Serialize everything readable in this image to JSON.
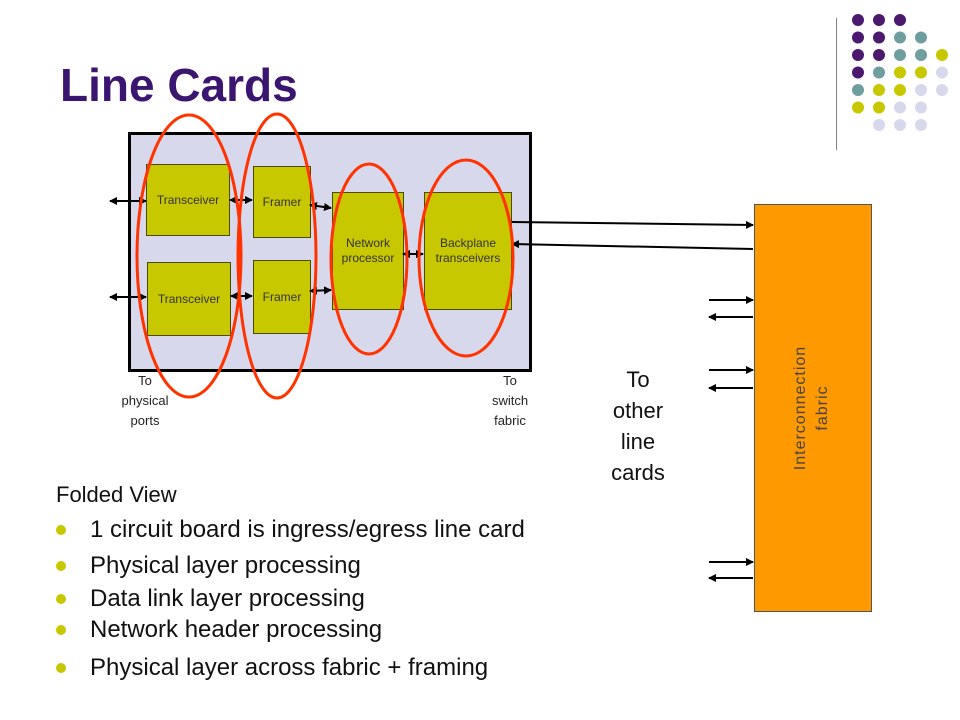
{
  "title": "Line Cards",
  "chips": {
    "transceiver_top": "Transceiver",
    "transceiver_bottom": "Transceiver",
    "framer_top": "Framer",
    "framer_bottom": "Framer",
    "network_processor": "Network\nprocessor",
    "backplane": "Backplane\ntransceivers"
  },
  "labels": {
    "physical_ports": "To\nphysical\nports",
    "switch_fabric": "To\nswitch\nfabric",
    "other_line_cards": "To\nother\nline\ncards",
    "interconnection": "Interconnection\nfabric"
  },
  "folded_view": "Folded View",
  "bullets": [
    "1 circuit board is ingress/egress line card",
    "Physical layer processing",
    "Data link layer processing",
    "Network header processing",
    "Physical layer across fabric + framing"
  ],
  "colors": {
    "title": "#3b1670",
    "chip": "#c8c800",
    "board": "#d8d8ec",
    "fabric": "#ff9900",
    "highlight_ellipse": "#ff3300",
    "dot_purple": "#4b1a6e",
    "dot_teal": "#6f9e9e",
    "dot_olive": "#c8c800",
    "dot_lavender": "#d8d8ec"
  }
}
